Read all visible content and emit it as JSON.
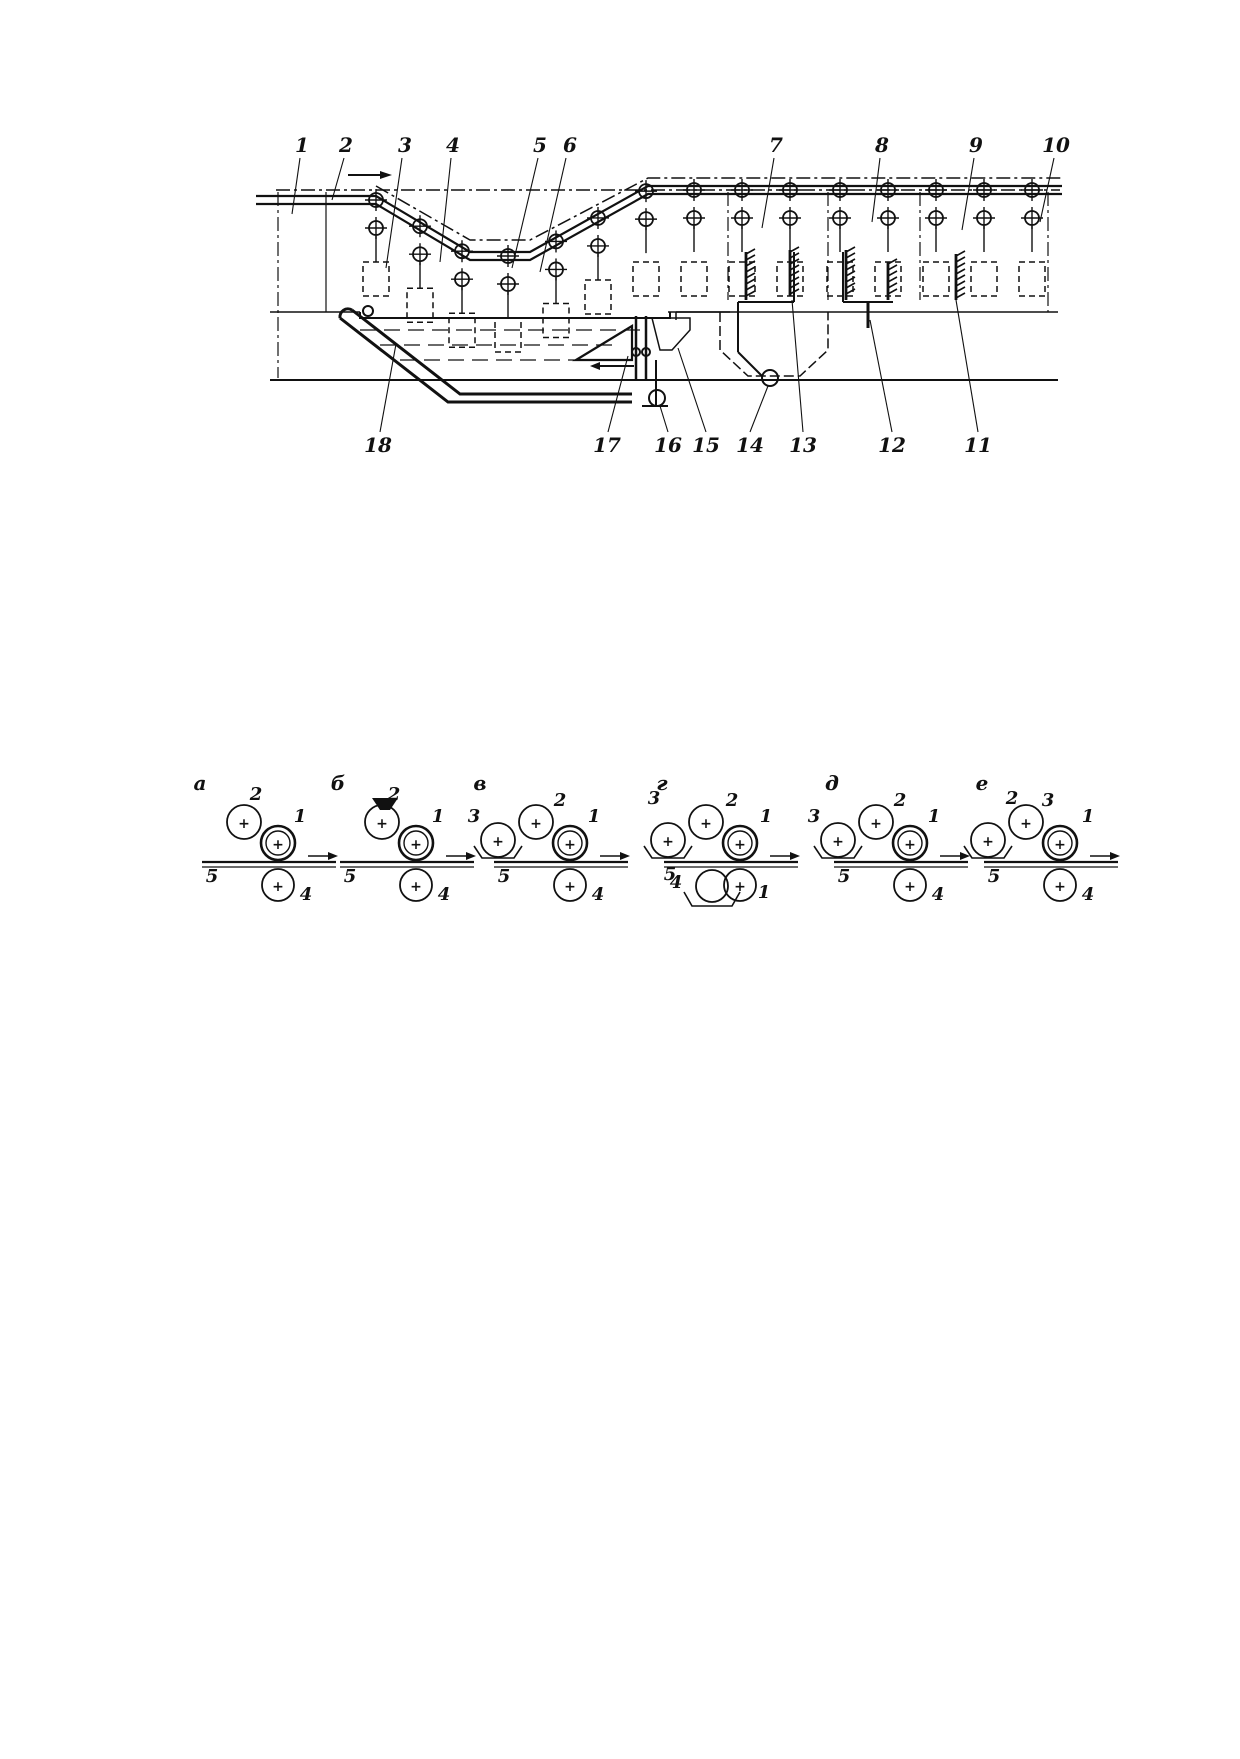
{
  "colors": {
    "ink": "#111111",
    "paper": "#ffffff"
  },
  "figure1": {
    "labels": {
      "top": [
        "1",
        "2",
        "3",
        "4",
        "5",
        "6",
        "7",
        "8",
        "9",
        "10"
      ],
      "bottom": [
        "18",
        "17",
        "16",
        "15",
        "14",
        "13",
        "12",
        "11"
      ]
    }
  },
  "figure2": {
    "panels": [
      {
        "letter": "а",
        "labels": [
          "2",
          "1",
          "5",
          "4"
        ]
      },
      {
        "letter": "б",
        "labels": [
          "2",
          "1",
          "5",
          "4"
        ]
      },
      {
        "letter": "в",
        "labels": [
          "3",
          "2",
          "1",
          "5",
          "4"
        ]
      },
      {
        "letter": "г",
        "labels": [
          "3",
          "2",
          "1",
          "5",
          "4",
          "1"
        ]
      },
      {
        "letter": "д",
        "labels": [
          "3",
          "2",
          "1",
          "5",
          "4"
        ]
      },
      {
        "letter": "е",
        "labels": [
          "2",
          "3",
          "1",
          "5",
          "4"
        ]
      }
    ]
  }
}
